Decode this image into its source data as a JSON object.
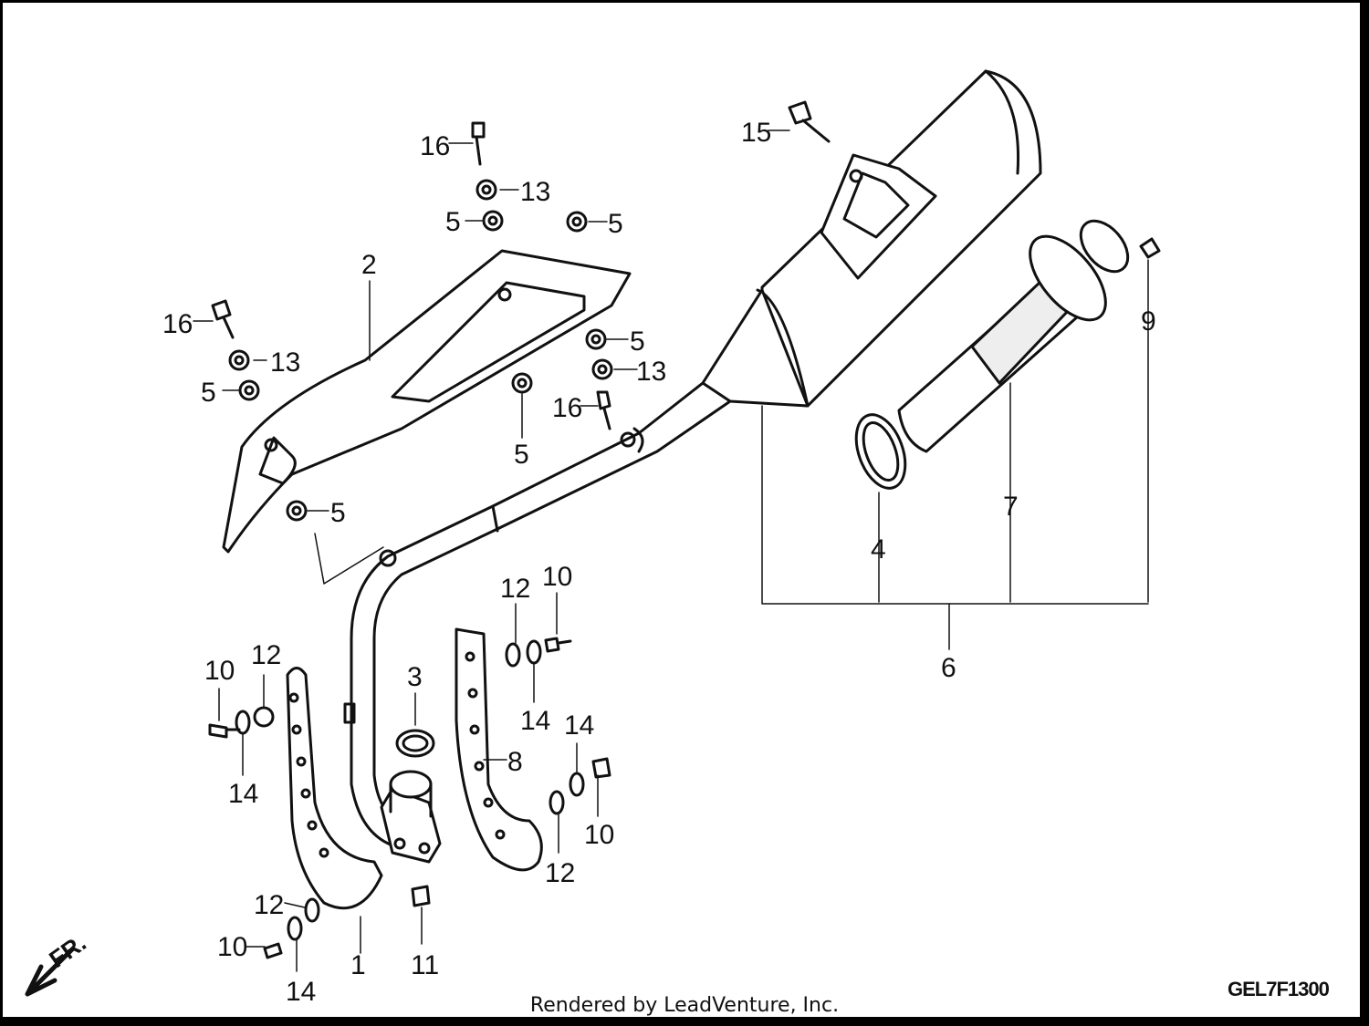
{
  "callouts": [
    {
      "id": "c1",
      "text": "1"
    },
    {
      "id": "c2",
      "text": "2"
    },
    {
      "id": "c3",
      "text": "3"
    },
    {
      "id": "c4",
      "text": "4"
    },
    {
      "id": "c5a",
      "text": "5"
    },
    {
      "id": "c5b",
      "text": "5"
    },
    {
      "id": "c5c",
      "text": "5"
    },
    {
      "id": "c5d",
      "text": "5"
    },
    {
      "id": "c5e",
      "text": "5"
    },
    {
      "id": "c5f",
      "text": "5"
    },
    {
      "id": "c6",
      "text": "6"
    },
    {
      "id": "c7",
      "text": "7"
    },
    {
      "id": "c8",
      "text": "8"
    },
    {
      "id": "c9",
      "text": "9"
    },
    {
      "id": "c10a",
      "text": "10"
    },
    {
      "id": "c10b",
      "text": "10"
    },
    {
      "id": "c10c",
      "text": "10"
    },
    {
      "id": "c10d",
      "text": "10"
    },
    {
      "id": "c11",
      "text": "11"
    },
    {
      "id": "c12a",
      "text": "12"
    },
    {
      "id": "c12b",
      "text": "12"
    },
    {
      "id": "c12c",
      "text": "12"
    },
    {
      "id": "c12d",
      "text": "12"
    },
    {
      "id": "c13a",
      "text": "13"
    },
    {
      "id": "c13b",
      "text": "13"
    },
    {
      "id": "c13c",
      "text": "13"
    },
    {
      "id": "c14a",
      "text": "14"
    },
    {
      "id": "c14b",
      "text": "14"
    },
    {
      "id": "c14c",
      "text": "14"
    },
    {
      "id": "c14d",
      "text": "14"
    },
    {
      "id": "c15",
      "text": "15"
    },
    {
      "id": "c16a",
      "text": "16"
    },
    {
      "id": "c16b",
      "text": "16"
    },
    {
      "id": "c16c",
      "text": "16"
    }
  ],
  "front_indicator": "FR.",
  "footer_text": "Rendered by LeadVenture, Inc.",
  "diagram_code": "GEL7F1300"
}
